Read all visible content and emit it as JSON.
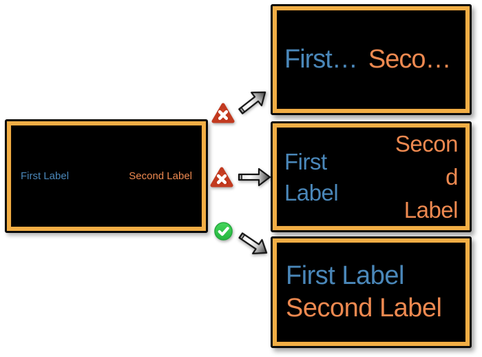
{
  "palette": {
    "first_label_color": "#4A87B9",
    "second_label_color": "#EE8950",
    "screen_border_orange": "#F2AE45",
    "screen_frame_black": "#0A0A0A",
    "screen_background": "#000000",
    "fail_badge_red": "#C23A20",
    "pass_badge_green": "#2FC24D",
    "arrow_fill": "#C8C8C8"
  },
  "source_screen": {
    "first_label": "First Label",
    "second_label": "Second Label"
  },
  "connectors": [
    {
      "status": "fail",
      "icon": "x-triangle-icon"
    },
    {
      "status": "fail",
      "icon": "x-triangle-icon"
    },
    {
      "status": "pass",
      "icon": "check-circle-icon"
    }
  ],
  "truncated_screen": {
    "first_label": "First…",
    "second_label": "Seco…"
  },
  "wrapped_screen": {
    "first_label_lines": [
      "First",
      "Label"
    ],
    "second_label_lines": [
      "Secon",
      "d",
      "Label"
    ]
  },
  "stacked_screen": {
    "first_label": "First Label",
    "second_label": "Second Label"
  }
}
